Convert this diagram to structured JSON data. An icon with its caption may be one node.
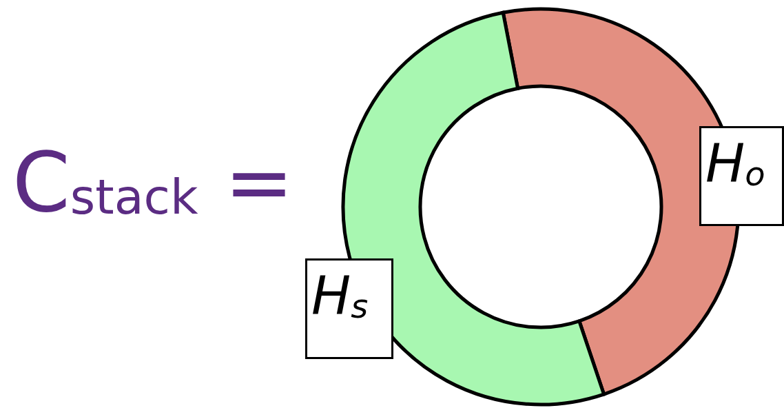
{
  "diagram": {
    "nodes": [
      {
        "text": [
          "H$_{o}$"
        ]
      },
      {
        "text": [
          "H$_{s}$"
        ]
      }
    ],
    "labels": [
      "C$_{stack}$ ="
    ]
  }
}
